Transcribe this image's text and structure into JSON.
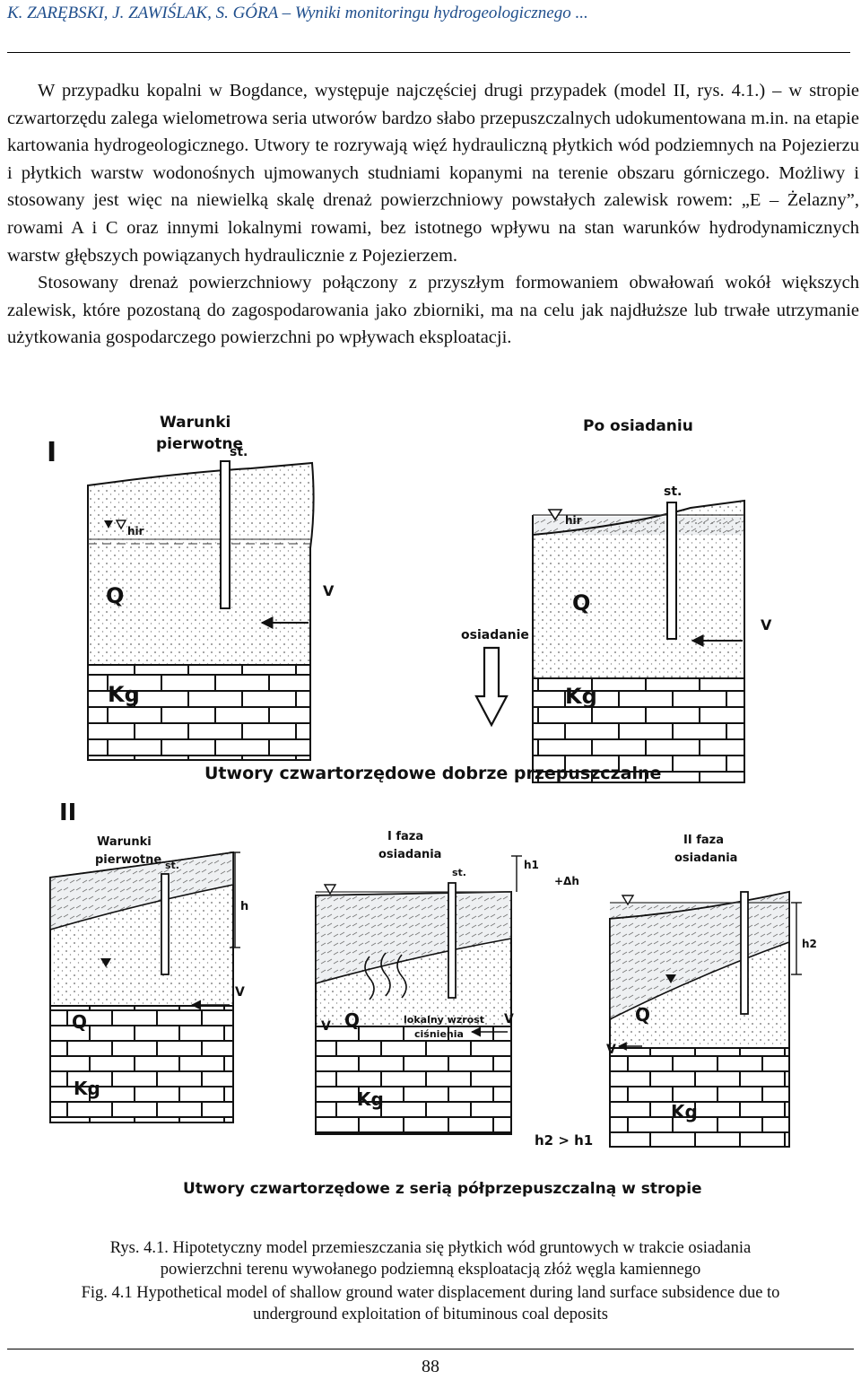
{
  "header": {
    "running_head": "K. ZARĘBSKI, J. ZAWIŚLAK, S. GÓRA – Wyniki monitoringu hydrogeologicznego ..."
  },
  "body": {
    "paragraph1": "W przypadku kopalni w Bogdance, występuje najczęściej drugi przypadek (model II, rys. 4.1.) – w stropie czwartorzędu zalega wielometrowa seria utworów bardzo słabo przepuszczalnych udokumentowana m.in. na etapie kartowania hydrogeologicznego. Utwory te rozrywają więź hydrauliczną płytkich wód podziemnych na Pojezierzu i płytkich warstw wodonośnych ujmowanych studniami kopanymi na terenie obszaru górniczego. Możliwy i stosowany jest więc na niewielką skalę drenaż powierzchniowy powstałych zalewisk rowem: „E – Żelazny”, rowami A i C oraz innymi lokalnymi rowami, bez istotnego wpływu na stan warunków hydrodynamicznych warstw głębszych powiązanych hydraulicznie z Pojezierzem.",
    "paragraph2": "Stosowany drenaż powierzchniowy połączony z przyszłym formowaniem obwałowań wokół większych zalewisk, które pozostaną do zagospodarowania jako zbiorniki, ma na celu jak najdłuższe lub trwałe utrzymanie użytkowania gospodarczego powierzchni po wpływach eksploatacji."
  },
  "figure": {
    "model_I": {
      "label": "I",
      "left_title_line1": "Warunki",
      "left_title_line2": "pierwotne",
      "right_title": "Po osiadaniu",
      "well_label": "st.",
      "water_label": "hir",
      "q_label": "Q",
      "v_label": "V",
      "kg_label": "Kg",
      "subsidence_label": "osiadanie",
      "caption": "Utwory czwartorzędowe dobrze przepuszczalne"
    },
    "model_II": {
      "label": "II",
      "panel1_title_line1": "Warunki",
      "panel1_title_line2": "pierwotne",
      "panel2_title_line1": "I faza",
      "panel2_title_line2": "osiadania",
      "panel3_title_line1": "II faza",
      "panel3_title_line2": "osiadania",
      "well_label": "st.",
      "h_label": "h",
      "h1_label": "h1",
      "delta_h_label": "+Δh",
      "h2_label": "h2",
      "q_label": "Q",
      "v_label": "V",
      "kg_label": "Kg",
      "local_pressure_line1": "lokalny wzrost",
      "local_pressure_line2": "ciśnienia",
      "inequality": "h2 > h1",
      "caption": "Utwory czwartorzędowe z serią półprzepuszczalną w stropie"
    }
  },
  "captions": {
    "pl_line1": "Rys. 4.1. Hipotetyczny model przemieszczania się płytkich wód gruntowych w trakcie osiadania",
    "pl_line2": "powierzchni terenu wywołanego podziemną eksploatacją złóż węgla kamiennego",
    "en_line1": "Fig. 4.1 Hypothetical model of shallow ground water displacement during land surface subsidence due to",
    "en_line2": "underground exploitation of bituminous coal deposits"
  },
  "page_number": "88"
}
